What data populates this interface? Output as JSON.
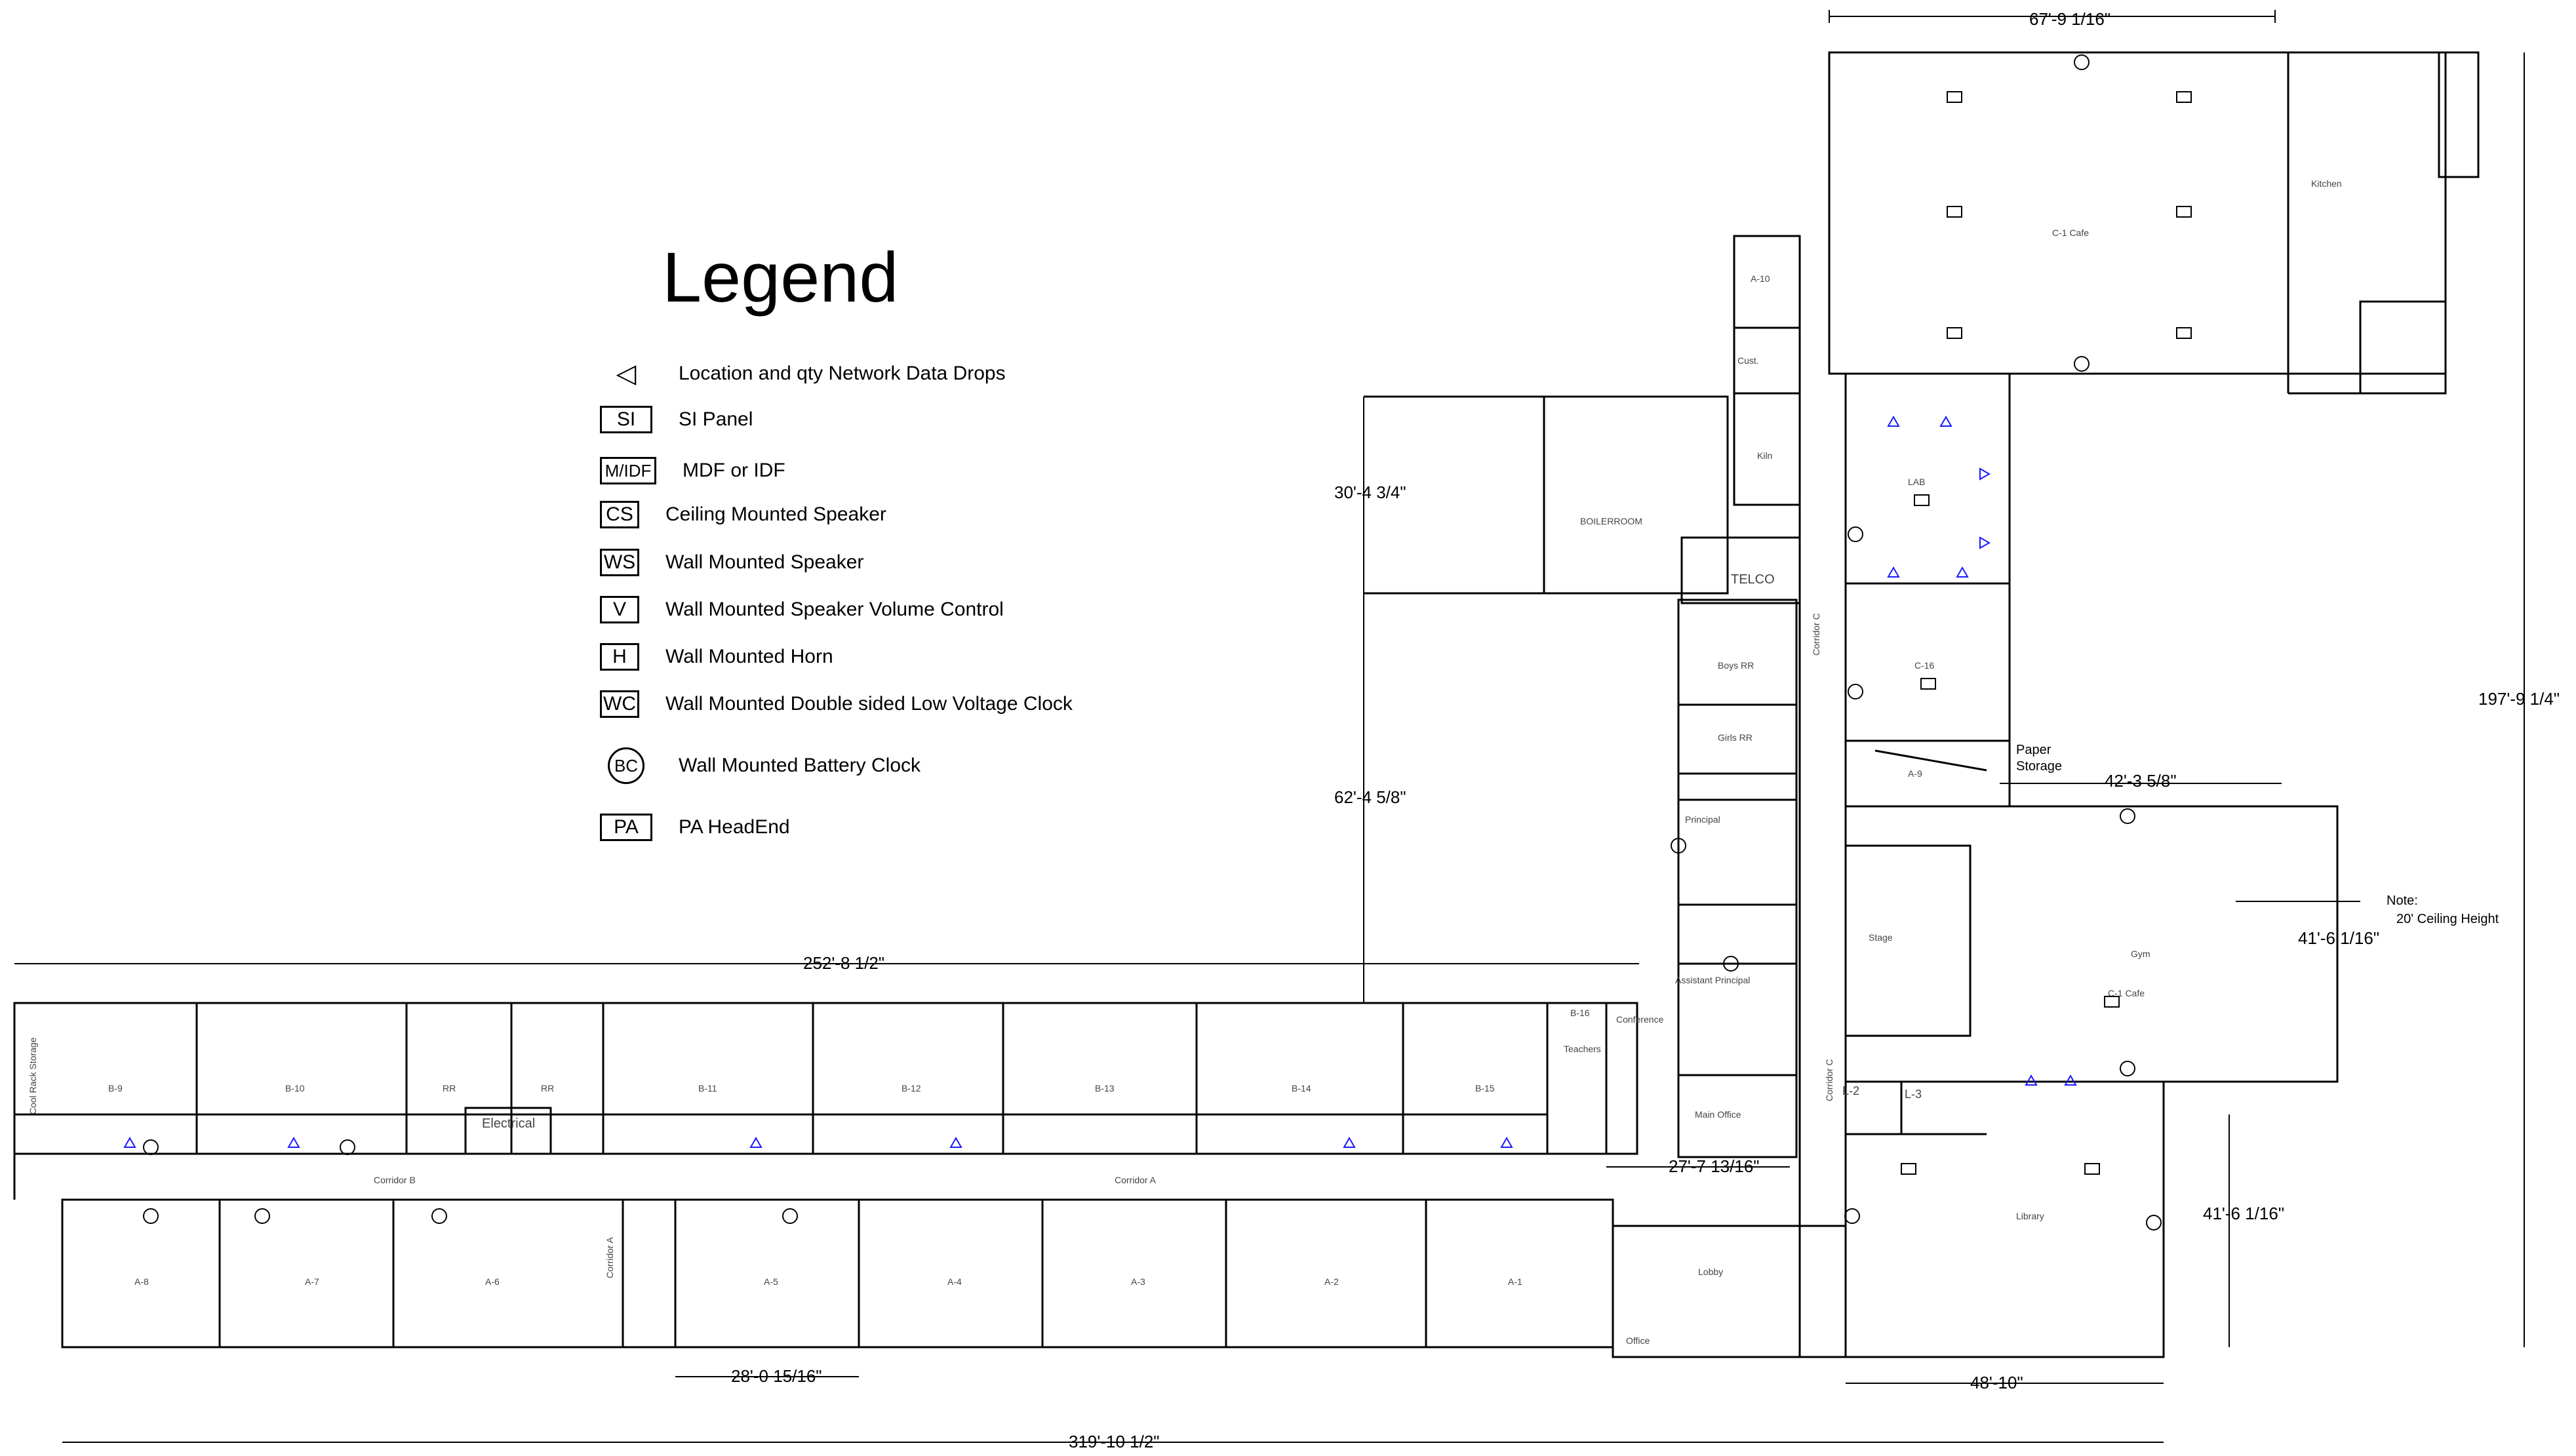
{
  "legend": {
    "title": "Legend",
    "items": [
      {
        "symbol": "◁",
        "label": "Location and qty Network Data Drops"
      },
      {
        "symbol": "SI",
        "label": "SI Panel"
      },
      {
        "symbol": "M/IDF",
        "label": "MDF or IDF"
      },
      {
        "symbol": "CS",
        "label": "Ceiling Mounted Speaker"
      },
      {
        "symbol": "WS",
        "label": "Wall Mounted Speaker"
      },
      {
        "symbol": "V",
        "label": "Wall Mounted Speaker Volume Control"
      },
      {
        "symbol": "H",
        "label": "Wall Mounted Horn"
      },
      {
        "symbol": "WC",
        "label": "Wall Mounted Double sided Low Voltage Clock"
      },
      {
        "symbol": "BC",
        "label": "Wall Mounted Battery Clock"
      },
      {
        "symbol": "PA",
        "label": "PA HeadEnd"
      }
    ]
  },
  "dimensions": {
    "top": "67'-9 1/16\"",
    "right_total": "197'-9 1/4\"",
    "boiler_height": "30'-4 3/4\"",
    "center_height": "62'-4 5/8\"",
    "gym_width": "42'-3 5/8\"",
    "gym_height": "41'-6 1/16\"",
    "library_height": "41'-6 1/16\"",
    "wing_b": "252'-8 1/2\"",
    "main_office": "27'-7 13/16\"",
    "classroom": "28'-0 15/16\"",
    "library_width": "48'-10\"",
    "bottom_total": "319'-10 1/2\""
  },
  "notes": {
    "ceiling": "Note:",
    "ceiling_detail": "20' Ceiling Height",
    "paper": "Paper",
    "paper2": "Storage"
  },
  "rooms": {
    "cafe": "C-1 Cafe",
    "kitchen": "Kitchen",
    "boiler": "BOILERROOM",
    "telco": "TELCO",
    "lab": "LAB",
    "c16": "C-16",
    "a9": "A-9",
    "gym": "Gym",
    "gym2": "C-1 Cafe",
    "stage": "Stage",
    "library": "Library",
    "l2": "L-2",
    "l3": "L-3",
    "lobby": "Lobby",
    "main_office": "Main Office",
    "principal": "Principal",
    "asst_principal": "Assistant Principal",
    "conference": "Conference",
    "teachers": "Teachers",
    "boys": "Boys RR",
    "girls": "Girls RR",
    "cust": "Cust.",
    "kiln": "Kiln",
    "a10": "A-10",
    "electrical": "Electrical",
    "corridor_a": "Corridor A",
    "corridor_b": "Corridor B",
    "corridor_c": "Corridor C",
    "corridor_a_v": "Corridor A",
    "corridor_c2": "Corridor C",
    "office": "Office",
    "b9": "B-9",
    "b10": "B-10",
    "b11": "B-11",
    "b12": "B-12",
    "b13": "B-13",
    "b14": "B-14",
    "b15": "B-15",
    "b16": "B-16",
    "a8": "A-8",
    "a7": "A-7",
    "a6": "A-6",
    "a5": "A-5",
    "a4": "A-4",
    "a3": "A-3",
    "a2": "A-2",
    "a1": "A-1",
    "rr": "RR",
    "cool_rack": "Cool Rack Storage"
  }
}
